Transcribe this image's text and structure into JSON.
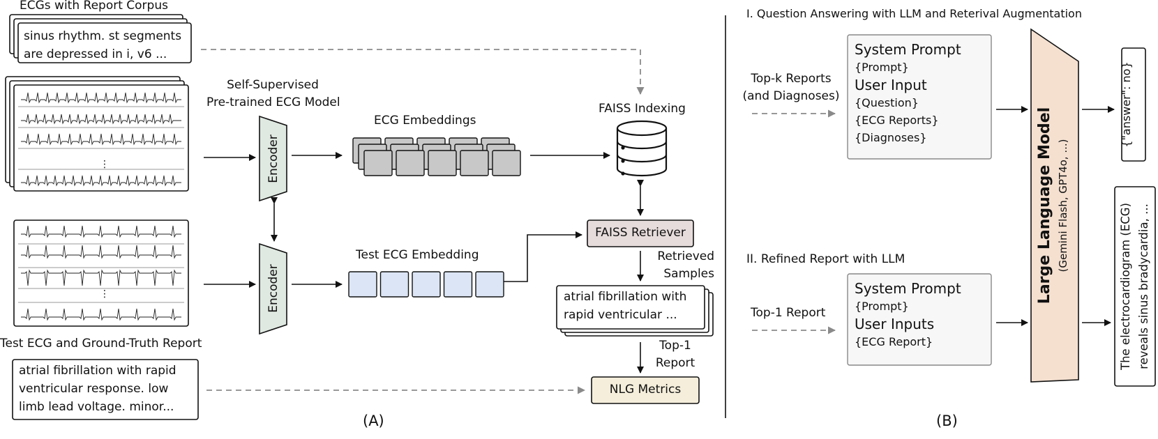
{
  "panelA": {
    "corpus_title": "ECGs with Report Corpus",
    "corpus_report": [
      "sinus rhythm. st segments",
      "are depressed in i, v6 ..."
    ],
    "model_label": [
      "Self-Supervised",
      "Pre-trained ECG Model"
    ],
    "encoder_label": "Encoder",
    "ecg_embeddings_label": "ECG Embeddings",
    "test_embedding_label": "Test ECG Embedding",
    "faiss_indexing_label": "FAISS Indexing",
    "faiss_retriever_label": "FAISS Retriever",
    "retrieved_samples_label": [
      "Retrieved",
      "Samples"
    ],
    "retrieved_report": [
      "atrial fibrillation with",
      "rapid ventricular ..."
    ],
    "top1_label": [
      "Top-1",
      "Report"
    ],
    "nlg_metrics_label": "NLG Metrics",
    "test_title": "Test ECG and Ground-Truth Report",
    "test_report": [
      "atrial fibrillation with rapid",
      "ventricular response. low",
      "limb lead voltage. minor..."
    ],
    "ellipsis": "⋮",
    "panel_label": "(A)"
  },
  "panelB": {
    "section1_title": "I. Question Answering with LLM and Reterival Augmentation",
    "section2_title": "II. Refined Report with LLM",
    "topk_label": [
      "Top-k Reports",
      "(and Diagnoses)"
    ],
    "top1_label": "Top-1 Report",
    "prompt1": {
      "system": "System Prompt",
      "prompt": "{Prompt}",
      "user": "User Input",
      "question": "{Question}",
      "reports": "{ECG Reports}",
      "diagnoses": "{Diagnoses}"
    },
    "prompt2": {
      "system": "System Prompt",
      "prompt": "{Prompt}",
      "user": "User Inputs",
      "report": "{ECG Report}"
    },
    "llm_label": "Large Language Model",
    "llm_sub": "(Gemini Flash, GPT4o, ...)",
    "output1": "{\"answer\": no}",
    "output2": [
      "The electrocardiogram (ECG)",
      "reveals sinus bradycardia, ..."
    ],
    "panel_label": "(B)"
  },
  "colors": {
    "encoder_fill": "#dfe8e1",
    "embedding_gray": "#c8c8c8",
    "embedding_blue": "#dbe5f5",
    "retriever_fill": "#e7dcdc",
    "nlg_fill": "#f4eedb",
    "llm_fill": "#f5e0d0",
    "prompt_fill": "#f7f7f7",
    "dashed_arrow": "#8a8a8a"
  }
}
